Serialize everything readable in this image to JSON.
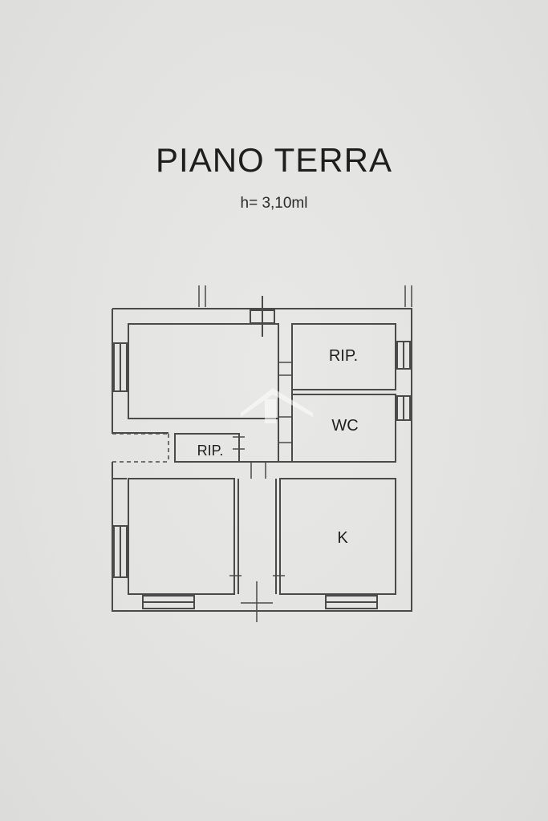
{
  "title": "PIANO TERRA",
  "subtitle": "h= 3,10ml",
  "rooms": {
    "rip_top": "RIP.",
    "wc": "WC",
    "rip_small": "RIP.",
    "kitchen": "K"
  },
  "colors": {
    "wall": "#8a8a8a",
    "line": "#4a4a4a",
    "paper": "#e3e3e1"
  }
}
